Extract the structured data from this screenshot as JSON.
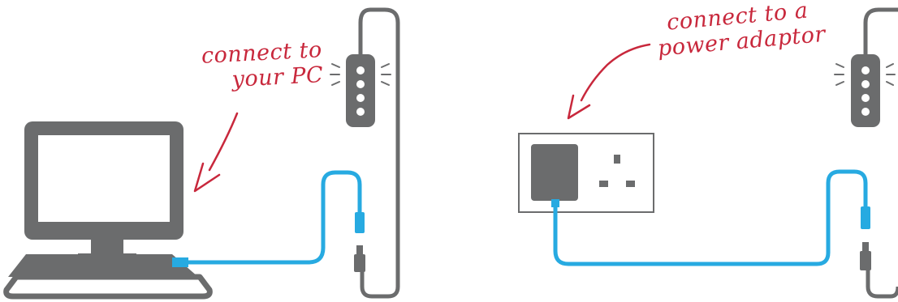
{
  "annotations": {
    "pc": {
      "line1": "connect to",
      "line2": "your PC"
    },
    "adaptor": {
      "line1": "connect to a",
      "line2": "power adaptor"
    }
  },
  "icons": {
    "left": [
      "computer-icon",
      "usb-cable-icon",
      "charging-dock-icon"
    ],
    "right": [
      "wall-socket-icon",
      "power-adaptor-icon",
      "usb-cable-icon",
      "charging-dock-icon"
    ]
  },
  "colors": {
    "device_gray": "#6b6c6d",
    "cable_blue": "#27aae1",
    "annotation_red": "#c8283c",
    "outline_gray": "#8a8b8c"
  }
}
